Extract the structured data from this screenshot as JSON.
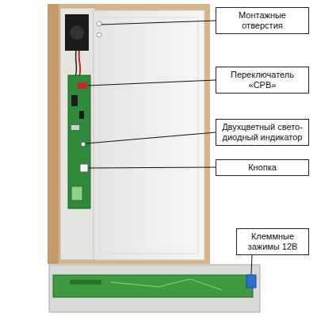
{
  "diagram": {
    "nodes": [
      {
        "text": [
          "Монтажные отверстия"
        ]
      },
      {
        "text": [
          "Переключатель «СРВ»"
        ]
      },
      {
        "text": [
          "Двухцветный свето-диодный индикатор"
        ]
      },
      {
        "text": [
          "Кнопка"
        ]
      },
      {
        "text": [
          "Клеммные зажимы 12В"
        ]
      }
    ]
  }
}
